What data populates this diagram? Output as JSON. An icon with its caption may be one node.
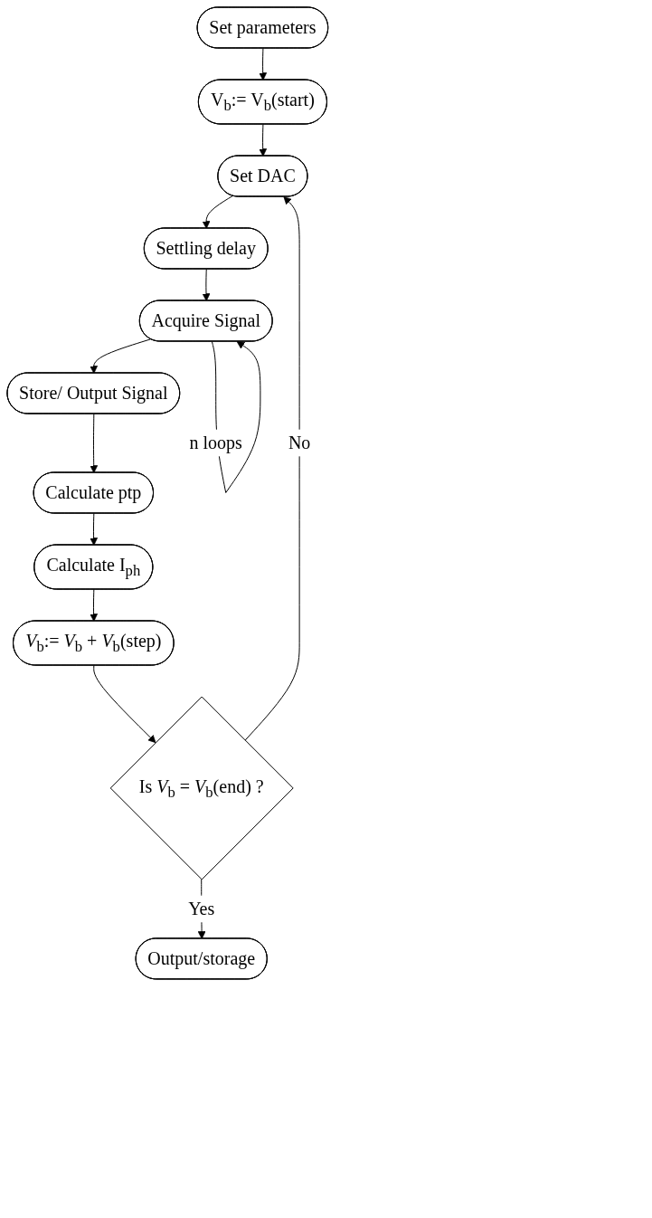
{
  "diagram": {
    "nodes": [
      {
        "text": [
          "Set parameters"
        ]
      },
      {
        "text": [
          "V$_{b}$:= V$_{b}$(start)"
        ]
      },
      {
        "text": [
          "Set DAC"
        ]
      },
      {
        "text": [
          "Settling delay"
        ]
      },
      {
        "text": [
          "Acquire Signal"
        ]
      },
      {
        "text": [
          "Store/ Output Signal"
        ]
      },
      {
        "text": [
          "Calculate ptp"
        ]
      },
      {
        "text": [
          "Calculate I$_{ph}$"
        ]
      },
      {
        "text": [
          "*V*$_{b}$:= *V*$_{b}$ + *V*$_{b}$(step)"
        ]
      },
      {
        "text": [
          "Is *V*$_{b}$ = *V*$_{b}$(end) ?"
        ]
      },
      {
        "text": [
          "Output/storage"
        ]
      }
    ],
    "edges": [
      {
        "from": 0,
        "to": 1,
        "arrow": "to"
      },
      {
        "from": 1,
        "to": 2,
        "arrow": "to"
      },
      {
        "from": 2,
        "to": 3,
        "arrow": "to"
      },
      {
        "from": 3,
        "to": 4,
        "arrow": "to"
      },
      {
        "from": 4,
        "to": 4,
        "arrow": "to",
        "label": "n loops"
      },
      {
        "from": 4,
        "to": 5,
        "arrow": "to"
      },
      {
        "from": 5,
        "to": 6,
        "arrow": "to"
      },
      {
        "from": 6,
        "to": 7,
        "arrow": "to"
      },
      {
        "from": 7,
        "to": 8,
        "arrow": "to"
      },
      {
        "from": 8,
        "to": 9,
        "arrow": "to"
      },
      {
        "from": 9,
        "to": 10,
        "arrow": "to",
        "label": "Yes"
      },
      {
        "from": 9,
        "to": 2,
        "arrow": "to",
        "label": "No"
      }
    ]
  }
}
